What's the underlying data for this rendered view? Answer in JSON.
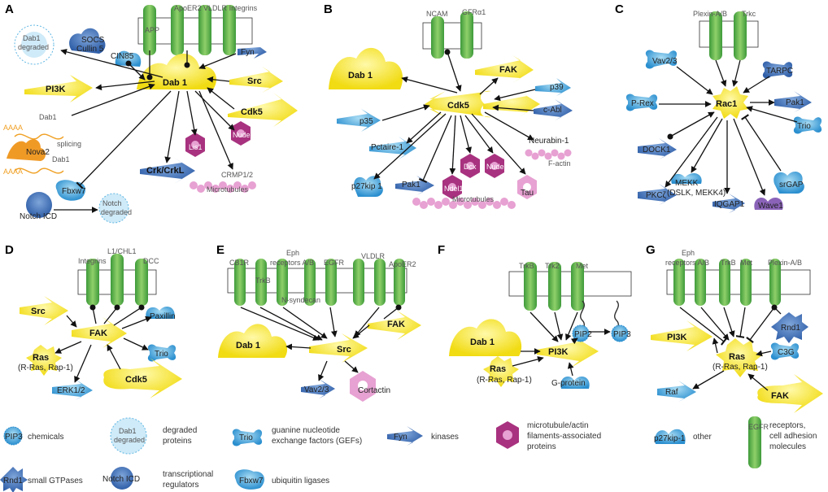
{
  "panels": {
    "A": {
      "letter": "A",
      "receptor_labels": [
        "ApoER2",
        "VLDLR",
        "Integrins"
      ],
      "app": "APP",
      "center": "Dab 1",
      "socs_cullin": [
        "SOCS",
        "Cullin 5"
      ],
      "degraded": [
        "Dab1",
        "degraded"
      ],
      "cin85": "CIN85",
      "fyn": "Fyn",
      "src": "Src",
      "pi3k": "PI3K",
      "cdk5": "Cdk5",
      "dab1_small": "Dab1",
      "aaaa": "AAAA",
      "nova2": "Nova2",
      "splicing": "splicing",
      "dab1_small2": "Dab1",
      "lis1": "Lis1",
      "nudel": "Nudel",
      "crk": "Crk/CrkL",
      "crmp": "CRMP1/2",
      "microtubules": "Microtubules",
      "fbxw7": "Fbxw7",
      "notch": "Notch ICD",
      "notch_degraded": [
        "Notch",
        "degraded"
      ]
    },
    "B": {
      "letter": "B",
      "ncam": "NCAM",
      "gfra1": "GFRα1",
      "dab1": "Dab 1",
      "fak": "FAK",
      "p39": "p39",
      "cdk5": "Cdk5",
      "cabl": "c-Abl",
      "p35": "p35",
      "pctaire": "Pctaire-1",
      "p27": "p27kip 1",
      "pak1": "Pak1",
      "ndel1": "Ndel1",
      "dcx": "Dcx",
      "nudel": "Nudel",
      "neurabin": "Neurabin-1",
      "factin": "F-actin",
      "tau": "Tau",
      "microtubules": "Microtubules"
    },
    "C": {
      "letter": "C",
      "plexin": "Plexin-A/B",
      "trkc": "Trkc",
      "vav2": "Vav2/3",
      "tarpc": "TARPC",
      "prex": "P-Rex",
      "rac1": "Rac1",
      "pak1": "Pak1",
      "trio": "Trio",
      "dock1": "DOCK1",
      "srgap": "srGAP",
      "pkcz": "PKCζ",
      "mekk": [
        "MEKK",
        "(DSLK, MEKK4)"
      ],
      "iqgap": "IQGAP1",
      "wave1": "Wave1"
    },
    "D": {
      "letter": "D",
      "l1": "L1/CHL1",
      "integrins": "Integrins",
      "dcc": "DCC",
      "src": "Src",
      "fak": "FAK",
      "paxillin": "Paxillin",
      "ras": [
        "Ras",
        "(R-Ras, Rap-1)"
      ],
      "trio": "Trio",
      "erk": "ERK1/2",
      "cdk5": "Cdk5"
    },
    "E": {
      "letter": "E",
      "cb1r": "CB1R",
      "trkb": "TrkB",
      "eph": [
        "Eph",
        "receptors A/B"
      ],
      "egfr": "EGFR",
      "vldlr": "VLDLR",
      "apoer2": "ApoER2",
      "nsyndecan": "N-syndecan",
      "dab1": "Dab 1",
      "src": "Src",
      "fak": "FAK",
      "vav2": "Vav2/3",
      "cortactin": "Cortactin"
    },
    "F": {
      "letter": "F",
      "trkb": "TrkB",
      "trk2": "Trk2",
      "met": "Met",
      "dab1": "Dab 1",
      "pi3k": "PI3K",
      "pip2": "PIP2",
      "pip3": "PIP3",
      "ras": [
        "Ras",
        "(R-Ras, Rap-1)"
      ],
      "gprotein": "G-protein"
    },
    "G": {
      "letter": "G",
      "eph": [
        "Eph",
        "receptors A/B"
      ],
      "trkb": "TrkB",
      "met": "Met",
      "plexin": "Plexin-A/B",
      "pi3k": "PI3K",
      "rnd1": "Rnd1",
      "ras": [
        "Ras",
        "(R-Ras, Rap-1)"
      ],
      "c3g": "C3G",
      "raf": "Raf",
      "fak": "FAK"
    }
  },
  "legend": {
    "pip3_icon": "PIP3",
    "chemicals": "chemicals",
    "dab1_degraded_icon": [
      "Dab1",
      "degraded"
    ],
    "degraded": [
      "degraded",
      "proteins"
    ],
    "trio_icon": "Trio",
    "gef": [
      "guanine nucleotide",
      "exchange factors (GEFs)"
    ],
    "fyn_icon": "Fyn",
    "kinases": "kinases",
    "mt_icon": "",
    "mt": [
      "microtubule/actin",
      "filaments-associated",
      "proteins"
    ],
    "p27_icon": "p27kip-1",
    "other": "other",
    "egfr_icon": "EGFR",
    "receptors": [
      "receptors,",
      "cell adhesion",
      "molecules"
    ],
    "rnd_icon": "Rnd1",
    "gtpases": "small GTPases",
    "notch_icon": "Notch ICD",
    "transcriptional": [
      "transcriptional",
      "regulators"
    ],
    "fbxw_icon": "Fbxw7",
    "ubiquitin": "ubiquitin ligases"
  },
  "colors": {
    "yellow": "#f5e21a",
    "green": "#6cbf45",
    "blue_dark": "#3a6fb5",
    "blue_light": "#52b4df",
    "magenta": "#a8327f",
    "pink": "#e7a1d2",
    "orange": "#f0a126"
  }
}
